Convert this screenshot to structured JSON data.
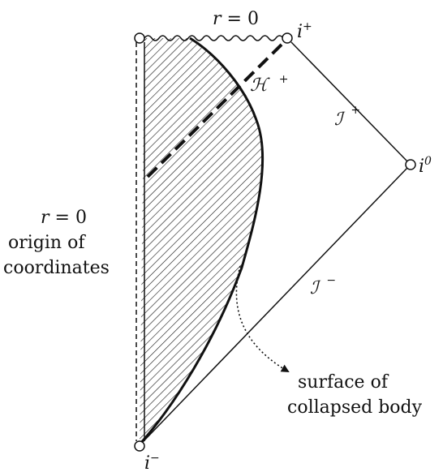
{
  "labels": {
    "top_r": "r = 0",
    "i_plus_base": "i",
    "i_plus_sup": "+",
    "i_zero_base": "i",
    "i_zero_sup": "0",
    "i_minus_base": "i",
    "i_minus_sup": "−",
    "horizon_base": "ℋ",
    "horizon_sup": "+",
    "scri_plus_base": "ℐ",
    "scri_plus_sup": "+",
    "scri_minus_base": "ℐ",
    "scri_minus_sup": "−",
    "origin_r": "r = 0",
    "origin_line1": "origin of",
    "origin_line2": "coordinates",
    "surface_line1": "surface of",
    "surface_line2": "collapsed body"
  },
  "colors": {
    "ink": "#111111",
    "background": "#ffffff"
  }
}
